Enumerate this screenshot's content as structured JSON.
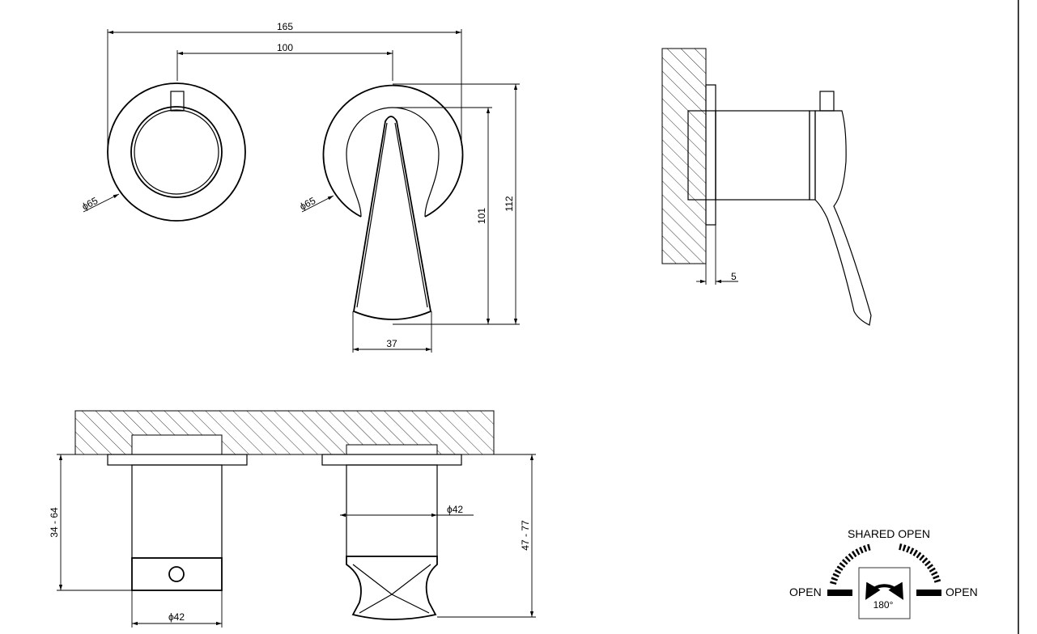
{
  "dimensions": {
    "overall_width": "165",
    "center_distance": "100",
    "rosette_diameter_left": "ϕ65",
    "rosette_diameter_right": "ϕ65",
    "lever_height": "101",
    "total_height": "112",
    "lever_width": "37",
    "plate_offset": "5",
    "left_depth_range": "34 - 64",
    "right_depth_range": "47 - 77",
    "body_diameter_bottom": "ϕ42",
    "body_diameter_right": "ϕ42"
  },
  "legend": {
    "shared_open": "SHARED OPEN",
    "open_left": "OPEN",
    "open_right": "OPEN",
    "rotation": "180°"
  }
}
